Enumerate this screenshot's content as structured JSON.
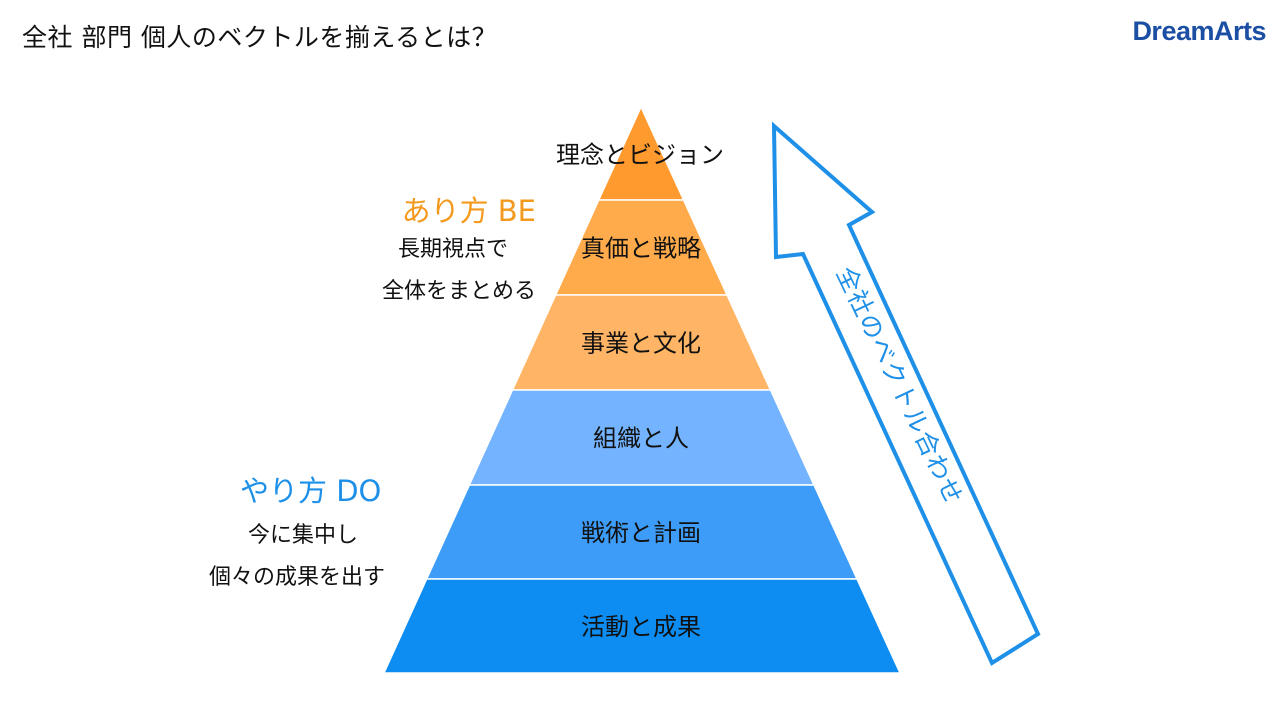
{
  "title": "全社 部門 個人のベクトルを揃えるとは？",
  "logo": {
    "text": "DreamArts",
    "color": "#1b4fa3"
  },
  "pyramid": {
    "levels": [
      {
        "label": "理念とビジョン",
        "color": "#ff9a2e"
      },
      {
        "label": "真価と戦略",
        "color": "#ffab4c"
      },
      {
        "label": "事業と文化",
        "color": "#ffb565"
      },
      {
        "label": "組織と人",
        "color": "#73b3ff"
      },
      {
        "label": "戦術と計画",
        "color": "#3d9cf7"
      },
      {
        "label": "活動と成果",
        "color": "#0d8df2"
      }
    ]
  },
  "be_group": {
    "heading": "あり方 BE",
    "heading_color": "#f39a1e",
    "lines": [
      "長期視点で",
      "全体をまとめる"
    ]
  },
  "do_group": {
    "heading": "やり方 DO",
    "heading_color": "#1e90e8",
    "lines": [
      "今に集中し",
      "個々の成果を出す"
    ]
  },
  "arrow": {
    "label": "全社のベクトル合わせ",
    "color": "#1e90e8"
  }
}
